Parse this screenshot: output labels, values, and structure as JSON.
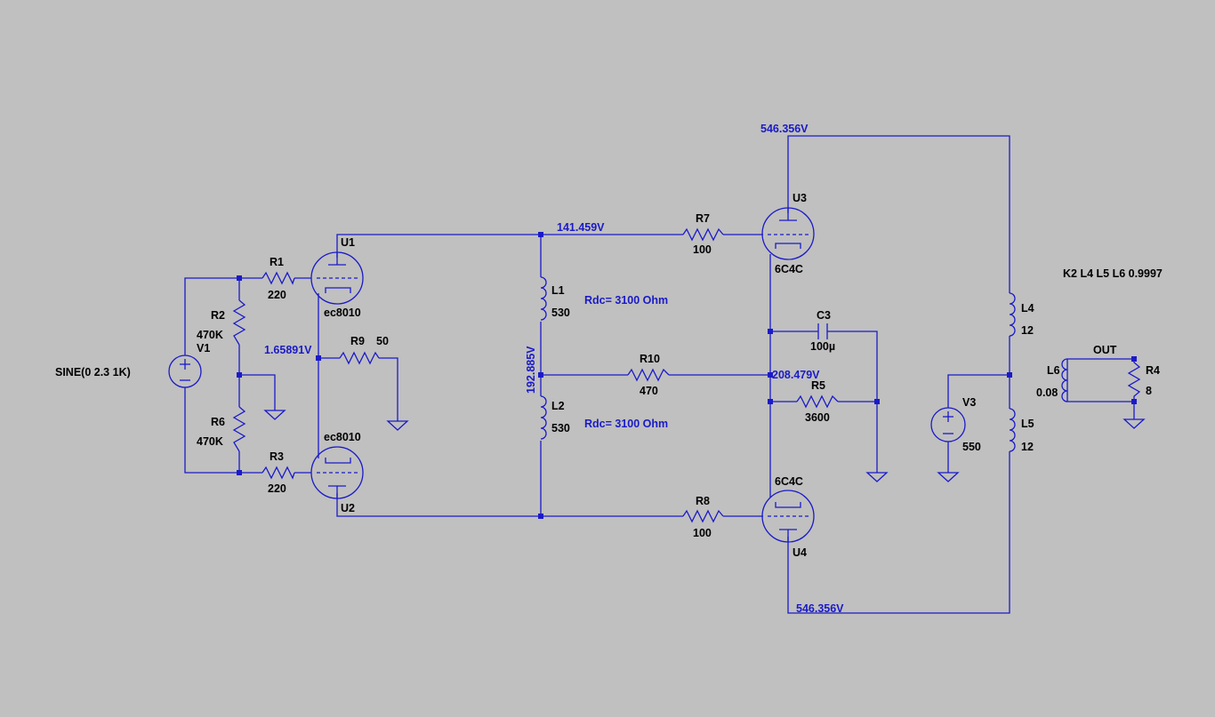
{
  "colors": {
    "background": "#c0c0c0",
    "wire": "#1a1ac8",
    "label": "#000000",
    "net_label": "#1a1ac8"
  },
  "components": {
    "V1": {
      "name": "V1",
      "value": "SINE(0 2.3 1K)"
    },
    "R1": {
      "name": "R1",
      "value": "220"
    },
    "R2": {
      "name": "R2",
      "value": "470K"
    },
    "R3": {
      "name": "R3",
      "value": "220"
    },
    "R6": {
      "name": "R6",
      "value": "470K"
    },
    "R9": {
      "name": "R9",
      "value": "50"
    },
    "U1": {
      "name": "U1",
      "value": "ec8010"
    },
    "U2": {
      "name": "U2",
      "value": "ec8010"
    },
    "L1": {
      "name": "L1",
      "value": "530"
    },
    "L2": {
      "name": "L2",
      "value": "530"
    },
    "R10": {
      "name": "R10",
      "value": "470"
    },
    "R7": {
      "name": "R7",
      "value": "100"
    },
    "R8": {
      "name": "R8",
      "value": "100"
    },
    "U3": {
      "name": "U3",
      "value": "6C4C"
    },
    "U4": {
      "name": "U4",
      "value": "6C4C"
    },
    "C3": {
      "name": "C3",
      "value": "100µ"
    },
    "R5": {
      "name": "R5",
      "value": "3600"
    },
    "L4": {
      "name": "L4",
      "value": "12"
    },
    "L5": {
      "name": "L5",
      "value": "12"
    },
    "V3": {
      "name": "V3",
      "value": "550"
    },
    "L6": {
      "name": "L6",
      "value": "0.08"
    },
    "R4": {
      "name": "R4",
      "value": "8"
    }
  },
  "net_labels": {
    "top_supply": "546.356V",
    "bottom_supply": "546.356V",
    "u1_plate": "141.459V",
    "cathode_node": "1.65891V",
    "choke_mid": "192.885V",
    "r10_node": "208.479V"
  },
  "annotations": {
    "rdc_l1": "Rdc= 3100  Ohm",
    "rdc_l2": "Rdc= 3100  Ohm",
    "coupling": "K2 L4 L5 L6 0.9997",
    "out_label": "OUT"
  }
}
